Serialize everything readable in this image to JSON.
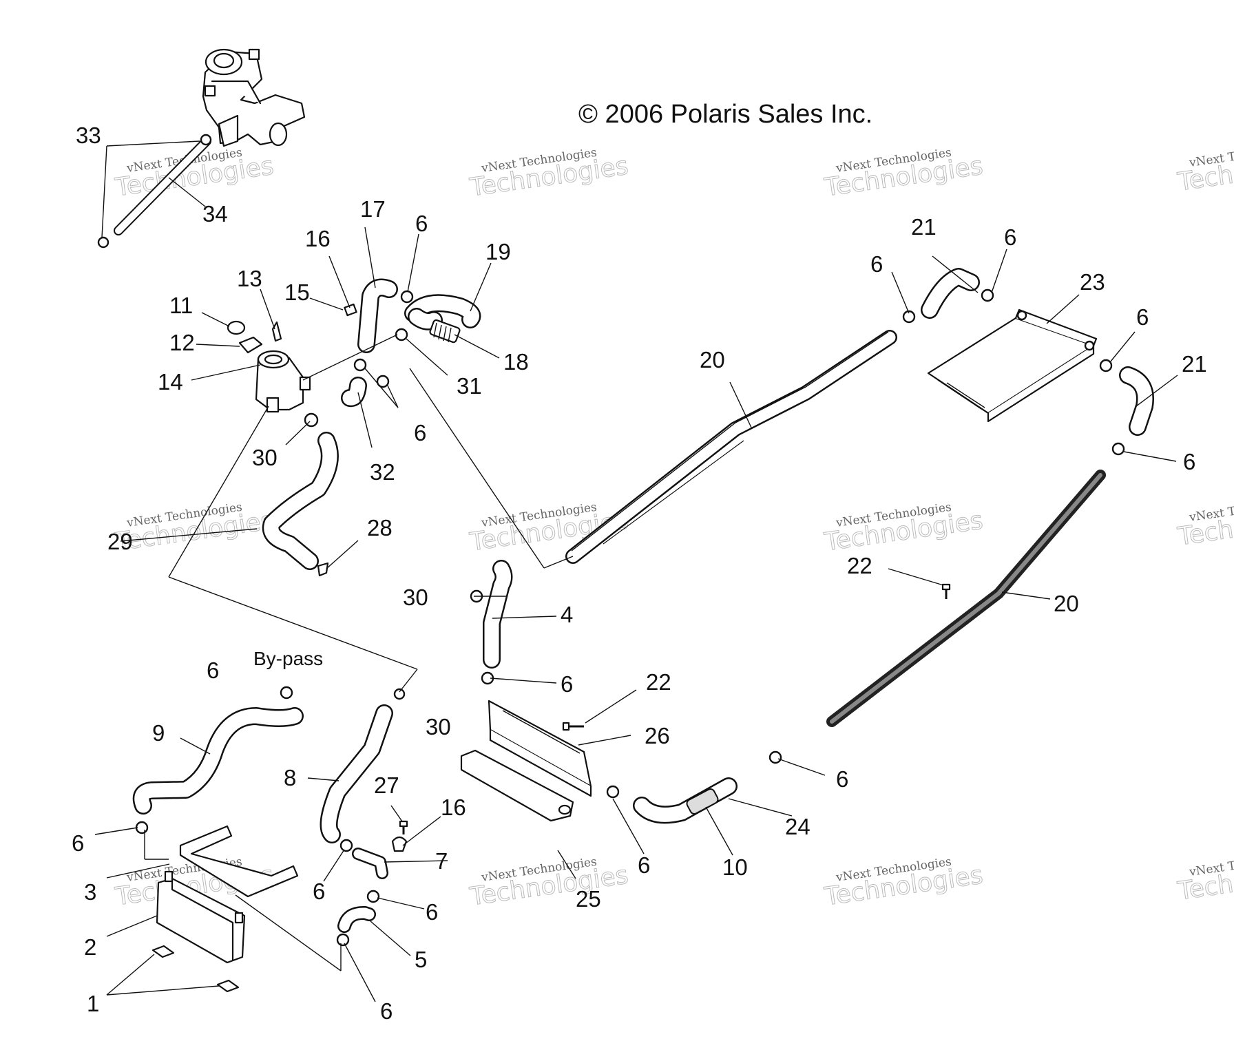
{
  "copyright": "© 2006 Polaris Sales Inc.",
  "bypass_label": "By-pass",
  "watermark": {
    "line1": "vNext Technologies",
    "line2": "Technologies"
  },
  "callouts": [
    "1",
    "2",
    "3",
    "4",
    "5",
    "6",
    "7",
    "8",
    "9",
    "10",
    "11",
    "12",
    "13",
    "14",
    "15",
    "16",
    "17",
    "18",
    "19",
    "20",
    "21",
    "22",
    "23",
    "24",
    "25",
    "26",
    "27",
    "28",
    "29",
    "30",
    "31",
    "32",
    "33",
    "34"
  ]
}
